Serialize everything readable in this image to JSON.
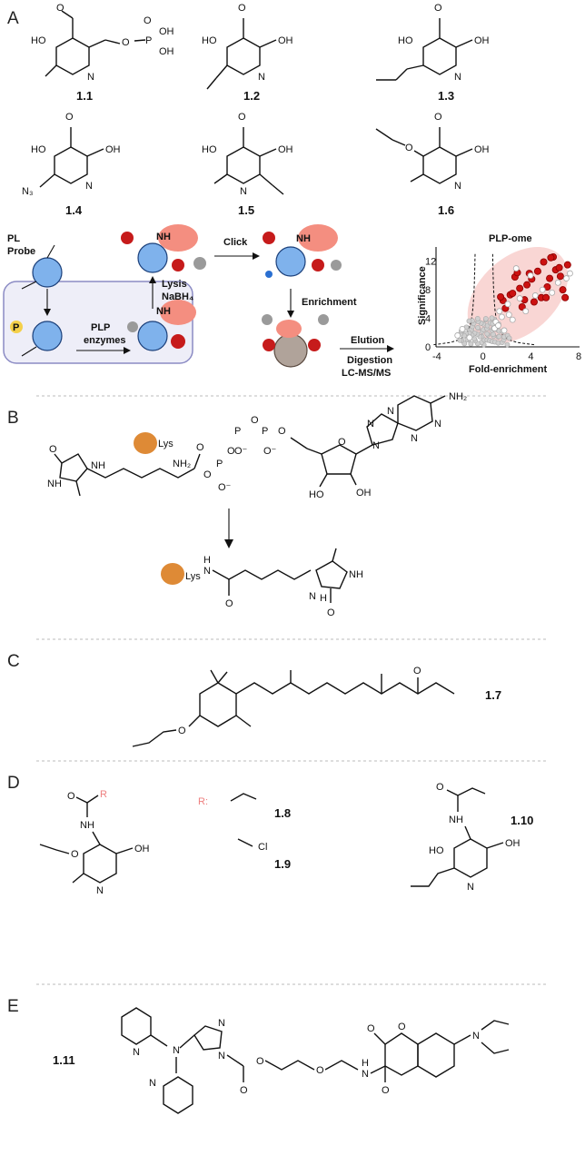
{
  "panels": {
    "a": "A",
    "b": "B",
    "c": "C",
    "d": "D",
    "e": "E"
  },
  "compounds": {
    "c11": "1.1",
    "c12": "1.2",
    "c13": "1.3",
    "c14": "1.4",
    "c15": "1.5",
    "c16": "1.6",
    "c17": "1.7",
    "c18": "1.8",
    "c19": "1.9",
    "c110": "1.10",
    "c111": "1.11"
  },
  "atoms": {
    "O": "O",
    "HO": "HO",
    "OH": "OH",
    "N": "N",
    "P": "P",
    "N3": "N₃",
    "NH": "NH",
    "NH2": "NH₂",
    "H": "H",
    "Lys": "Lys",
    "Cl": "Cl",
    "Rlabel": "R:",
    "R": "R",
    "minus": "O⁻"
  },
  "workflow": {
    "pl_probe_1": "PL",
    "pl_probe_2": "Probe",
    "plp_enzymes_1": "PLP",
    "plp_enzymes_2": "enzymes",
    "lysis": "Lysis",
    "nabh4": "NaBH₄",
    "click": "Click",
    "enrichment": "Enrichment",
    "elution": "Elution",
    "digestion": "Digestion",
    "lcms": "LC-MS/MS",
    "p_badge": "P"
  },
  "volcano": {
    "title": "PLP-ome",
    "xlabel": "Fold-enrichment",
    "ylabel": "Significance",
    "xticks": [
      "-4",
      "0",
      "4",
      "8"
    ],
    "yticks": [
      "0",
      "4",
      "8",
      "12"
    ]
  },
  "chart_data": {
    "type": "scatter",
    "title": "PLP-ome",
    "xlabel": "Fold-enrichment",
    "ylabel": "Significance",
    "xlim": [
      -4,
      8
    ],
    "ylim": [
      0,
      14
    ],
    "series": [
      {
        "color": "#cc1111",
        "x": [
          1.6,
          2.2,
          2.6,
          3.0,
          3.4,
          3.8,
          4.0,
          4.5,
          5.0,
          5.3,
          5.5,
          5.8,
          6.0,
          6.3,
          6.6,
          7.0,
          1.8,
          2.4,
          3.2,
          4.2,
          4.8,
          5.6,
          6.4,
          1.4,
          2.8,
          3.6,
          5.2,
          6.8
        ],
        "y": [
          6.5,
          7.3,
          9.8,
          8.2,
          6.6,
          10.3,
          9.5,
          10.6,
          11.9,
          8.4,
          9.6,
          12.6,
          10.8,
          11.1,
          8.0,
          11.5,
          5.4,
          7.5,
          5.6,
          6.3,
          6.9,
          12.5,
          9.9,
          7.0,
          10.4,
          8.7,
          6.9,
          6.9
        ]
      },
      {
        "color": "#aaaaaa",
        "x": [
          1.0,
          1.3,
          1.5,
          2.0,
          2.4,
          3.0,
          3.5,
          4.3,
          4.9,
          5.7,
          6.2,
          6.9,
          7.2,
          2.7,
          3.9,
          0.9,
          1.2,
          1.7,
          2.1,
          -1.8,
          -2.2,
          -1.2
        ],
        "y": [
          3.5,
          5.0,
          4.2,
          6.0,
          3.8,
          6.8,
          5.0,
          7.2,
          8.0,
          7.6,
          9.0,
          9.6,
          10.3,
          11.0,
          10.0,
          2.6,
          3.0,
          2.3,
          4.5,
          2.5,
          1.6,
          1.3
        ]
      }
    ]
  }
}
